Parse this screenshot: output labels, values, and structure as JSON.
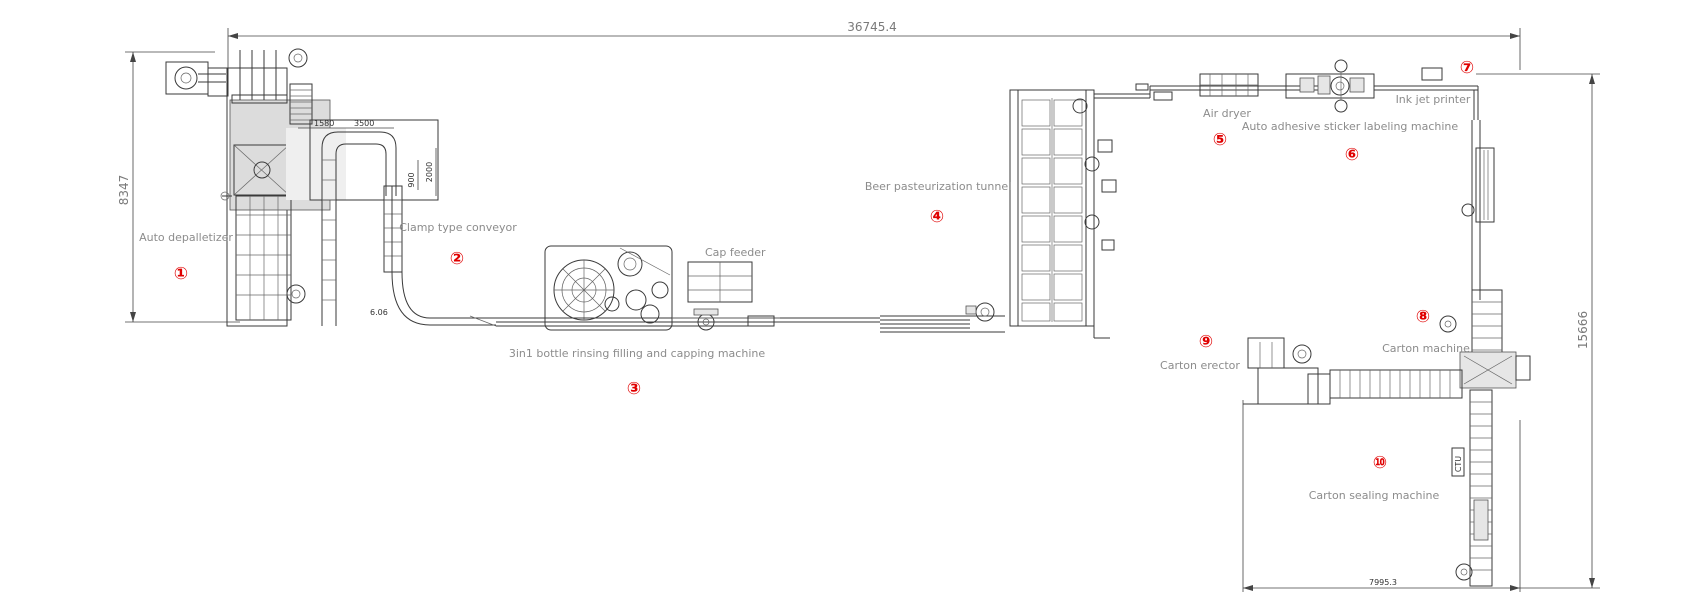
{
  "dimensions": {
    "total_length": "36745.4",
    "left_height": "8347",
    "right_height": "15666",
    "bottom_width": "7995.3",
    "d1580": "1580",
    "d3500": "3500",
    "d900": "900",
    "d2000": "2000",
    "d_small": "6.06"
  },
  "stations": [
    {
      "num": "①",
      "label": "Auto depalletizer"
    },
    {
      "num": "②",
      "label": "Clamp type conveyor"
    },
    {
      "num": "③",
      "label": "3in1 bottle rinsing filling and capping machine"
    },
    {
      "num": "④",
      "label": "Beer pasteurization tunnel"
    },
    {
      "num": "⑤",
      "label": "Air dryer"
    },
    {
      "num": "⑥",
      "label": "Auto adhesive sticker labeling machine"
    },
    {
      "num": "⑦",
      "label": "Ink jet printer"
    },
    {
      "num": "⑧",
      "label": "Carton machine"
    },
    {
      "num": "⑨",
      "label": "Carton erector"
    },
    {
      "num": "⑩",
      "label": "Carton sealing machine"
    }
  ],
  "extra_labels": {
    "cap_feeder": "Cap feeder",
    "small_box": "CTU"
  }
}
